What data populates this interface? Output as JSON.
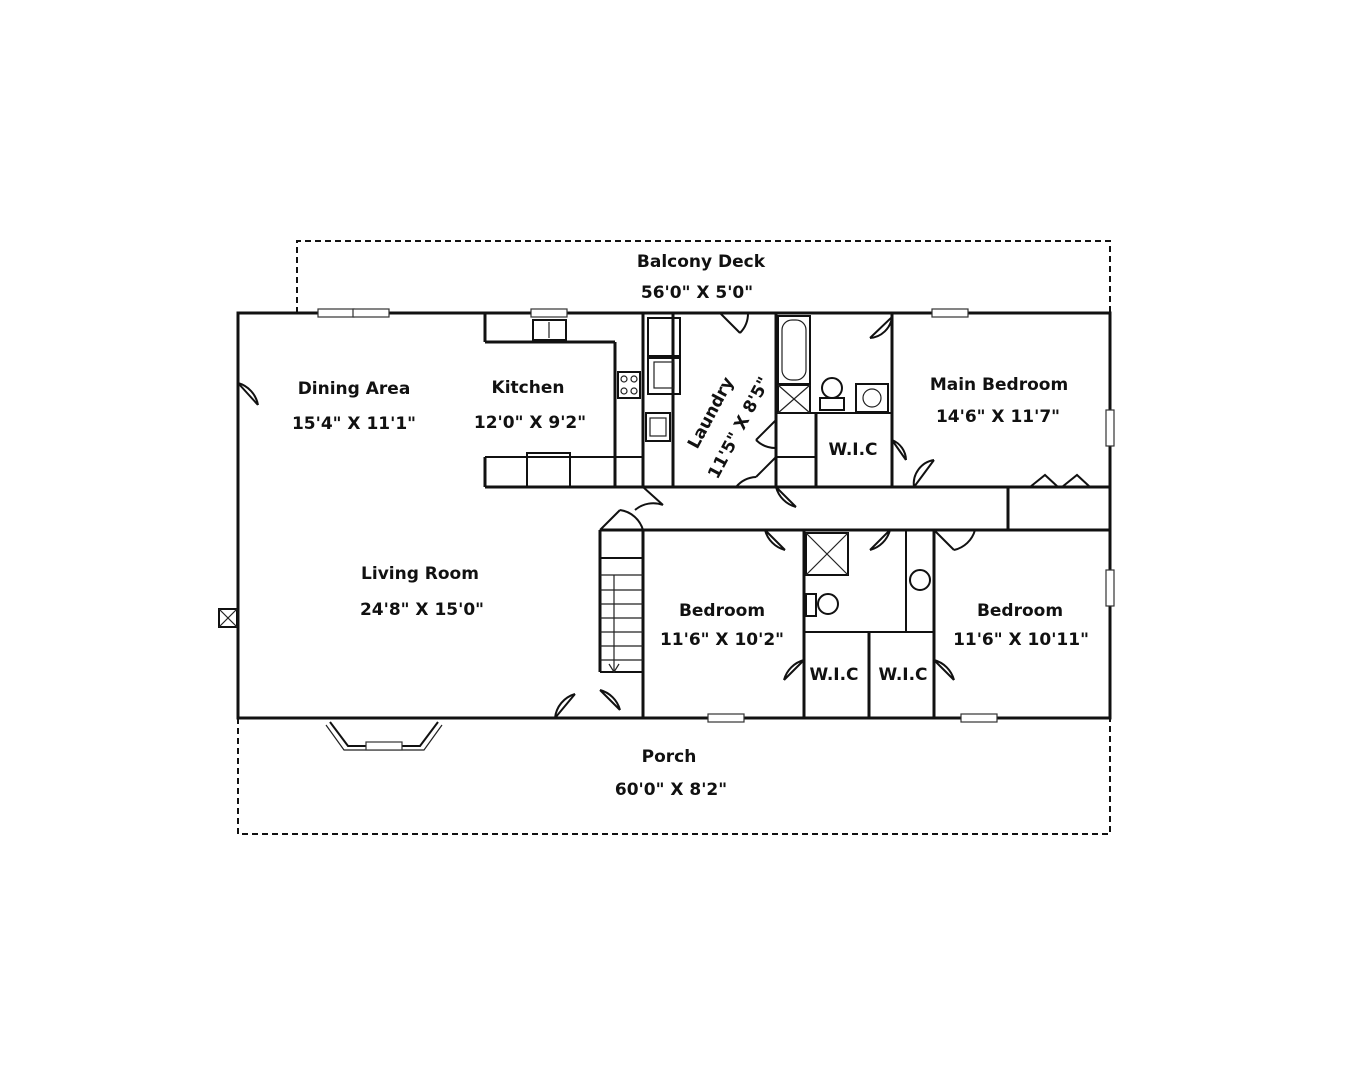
{
  "rooms": {
    "balcony": {
      "name": "Balcony Deck",
      "dims": "56'0\" X 5'0\""
    },
    "dining": {
      "name": "Dining Area",
      "dims": "15'4\" X 11'1\""
    },
    "kitchen": {
      "name": "Kitchen",
      "dims": "12'0\" X 9'2\""
    },
    "laundry": {
      "name": "Laundry",
      "dims": "11'5\" X 8'5\""
    },
    "main_bedroom": {
      "name": "Main Bedroom",
      "dims": "14'6\" X 11'7\""
    },
    "wic_main": {
      "name": "W.I.C"
    },
    "living": {
      "name": "Living Room",
      "dims": "24'8\" X 15'0\""
    },
    "bedroom_1": {
      "name": "Bedroom",
      "dims": "11'6\" X 10'2\""
    },
    "bedroom_2": {
      "name": "Bedroom",
      "dims": "11'6\" X 10'11\""
    },
    "wic_1": {
      "name": "W.I.C"
    },
    "wic_2": {
      "name": "W.I.C"
    },
    "porch": {
      "name": "Porch",
      "dims": "60'0\" X 8'2\""
    }
  }
}
